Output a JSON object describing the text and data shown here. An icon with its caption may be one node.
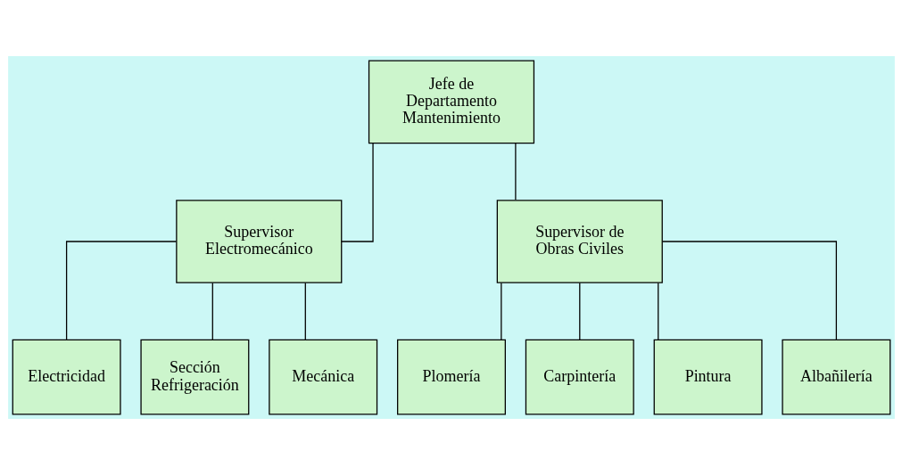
{
  "diagram": {
    "nodes": [
      {
        "text": [
          "Jefe de Departamento Mantenimiento"
        ]
      },
      {
        "text": [
          "Supervisor Electromecánico"
        ]
      },
      {
        "text": [
          "Supervisor de Obras Civiles"
        ]
      },
      {
        "text": [
          "Electricidad"
        ]
      },
      {
        "text": [
          "Sección Refrigeración"
        ]
      },
      {
        "text": [
          "Mecánica"
        ]
      },
      {
        "text": [
          "Plomería"
        ]
      },
      {
        "text": [
          "Carpintería"
        ]
      },
      {
        "text": [
          "Pintura"
        ]
      },
      {
        "text": [
          "Albañilería"
        ]
      }
    ],
    "edges": [
      {
        "from": 0,
        "to": 1,
        "arrow": "none"
      },
      {
        "from": 0,
        "to": 2,
        "arrow": "none"
      },
      {
        "from": 1,
        "to": 3,
        "arrow": "none"
      },
      {
        "from": 1,
        "to": 4,
        "arrow": "none"
      },
      {
        "from": 1,
        "to": 5,
        "arrow": "none"
      },
      {
        "from": 2,
        "to": 6,
        "arrow": "none"
      },
      {
        "from": 2,
        "to": 7,
        "arrow": "none"
      },
      {
        "from": 2,
        "to": 8,
        "arrow": "none"
      },
      {
        "from": 2,
        "to": 9,
        "arrow": "none"
      }
    ]
  }
}
